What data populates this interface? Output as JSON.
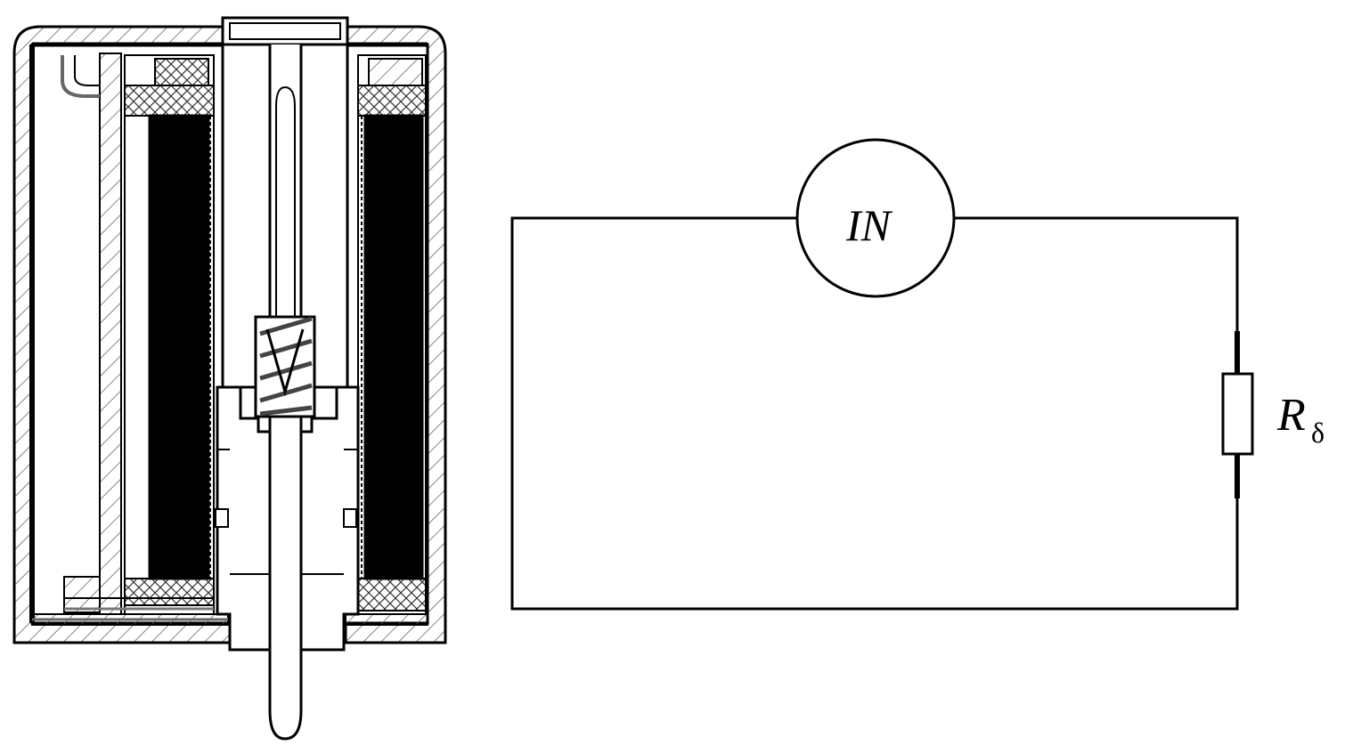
{
  "diagram": {
    "source_label": "IN",
    "resistor_label": "R",
    "resistor_subscript": "δ"
  },
  "colors": {
    "line": "#000000",
    "fill": "#ffffff",
    "coil": "#000000",
    "hatch": "#555555"
  }
}
